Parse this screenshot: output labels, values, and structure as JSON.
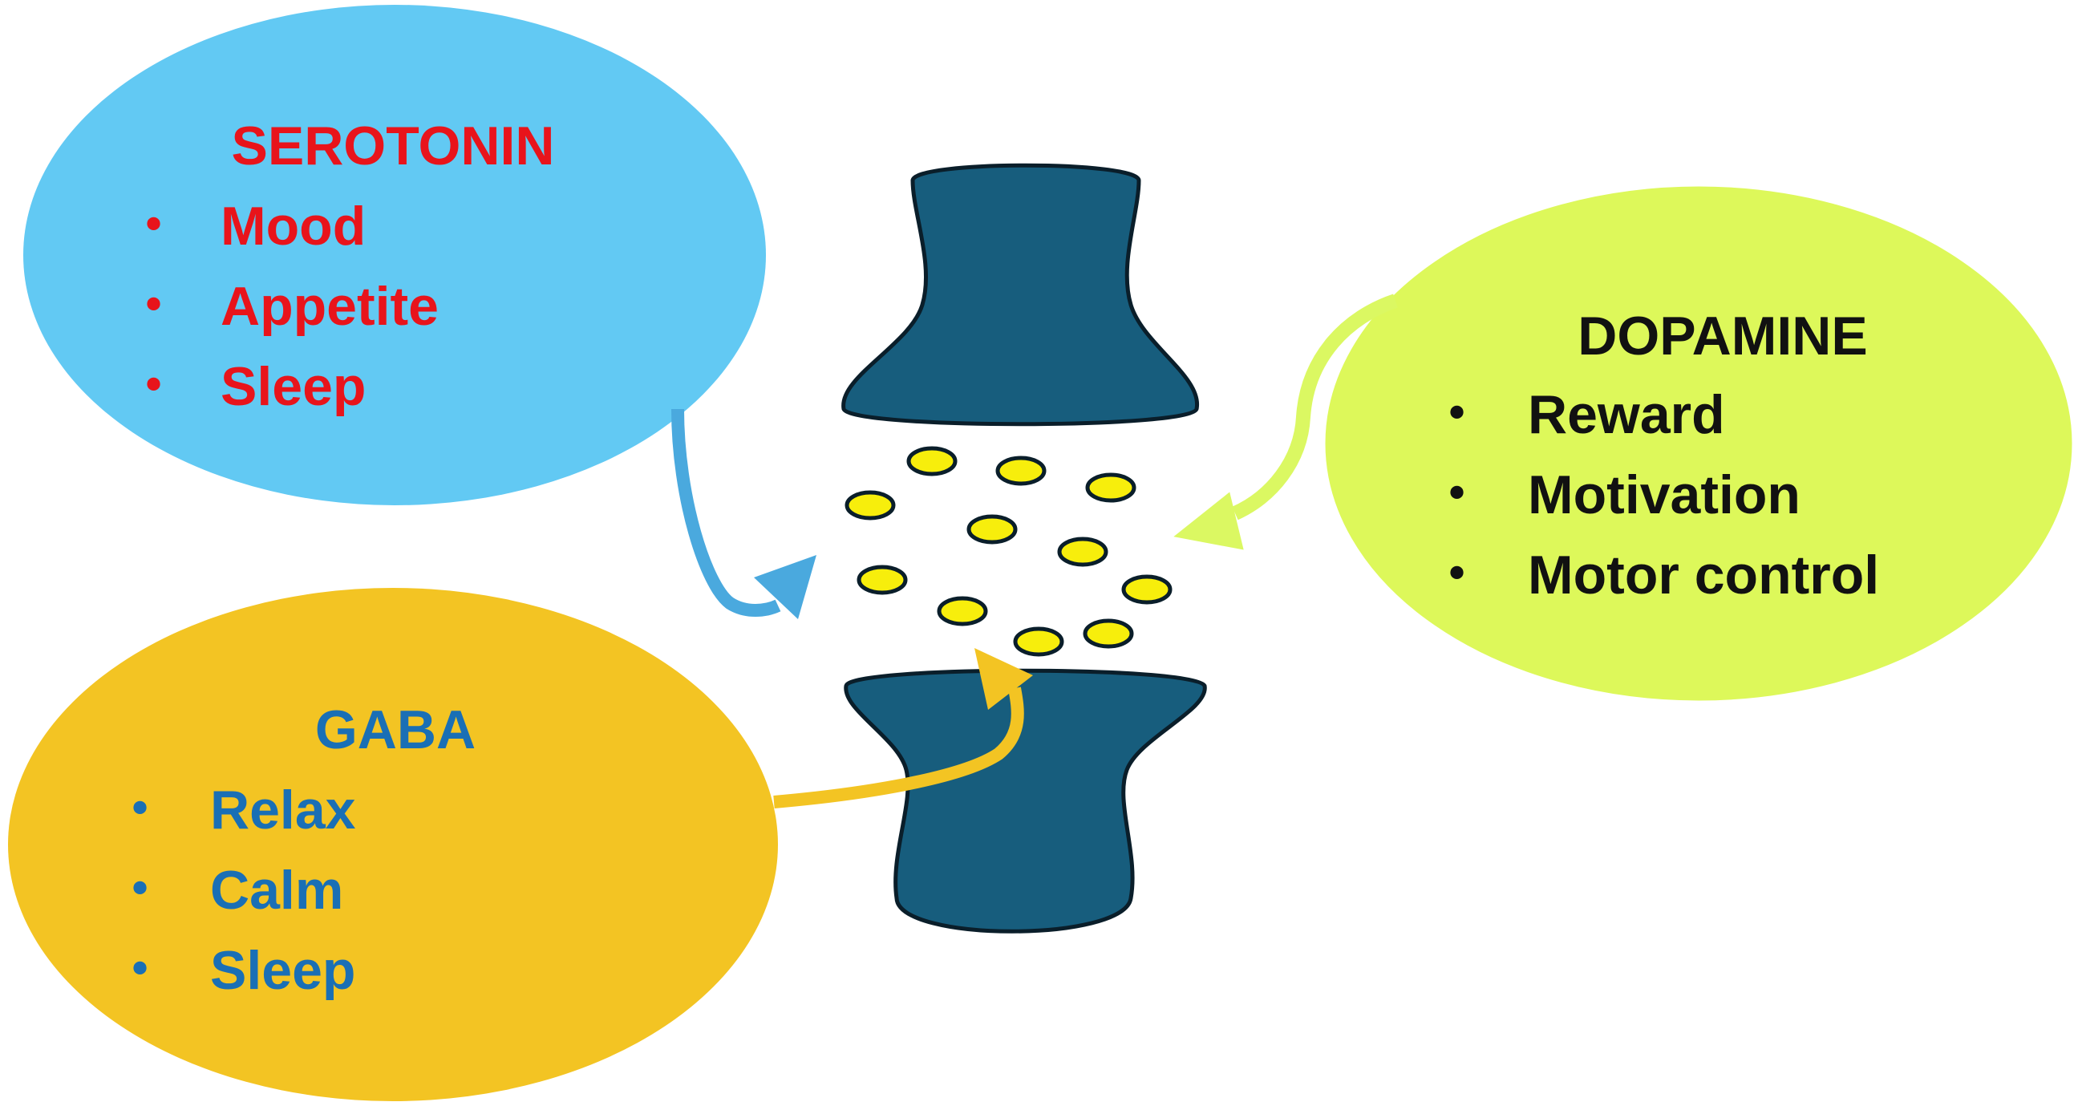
{
  "serotonin": {
    "title": "SEROTONIN",
    "items": [
      "Mood",
      "Appetite",
      "Sleep"
    ],
    "fill": "#62c9f3",
    "text_color": "#e8141b",
    "arrow_color": "#4aa9de"
  },
  "dopamine": {
    "title": "DOPAMINE",
    "items": [
      "Reward",
      "Motivation",
      "Motor control"
    ],
    "fill": "#ddf85a",
    "text_color": "#111111",
    "arrow_color": "#dbf862"
  },
  "gaba": {
    "title": "GABA",
    "items": [
      "Relax",
      "Calm",
      "Sleep"
    ],
    "fill": "#f3c423",
    "text_color": "#1a6fb5",
    "arrow_color": "#f3c423"
  },
  "synapse": {
    "neuron_fill": "#175d7d",
    "neuron_stroke": "#0a1e2a",
    "vesicle_fill": "#f7ee0c",
    "vesicle_stroke": "#0a1e2a"
  },
  "bullet_glyph": "•"
}
